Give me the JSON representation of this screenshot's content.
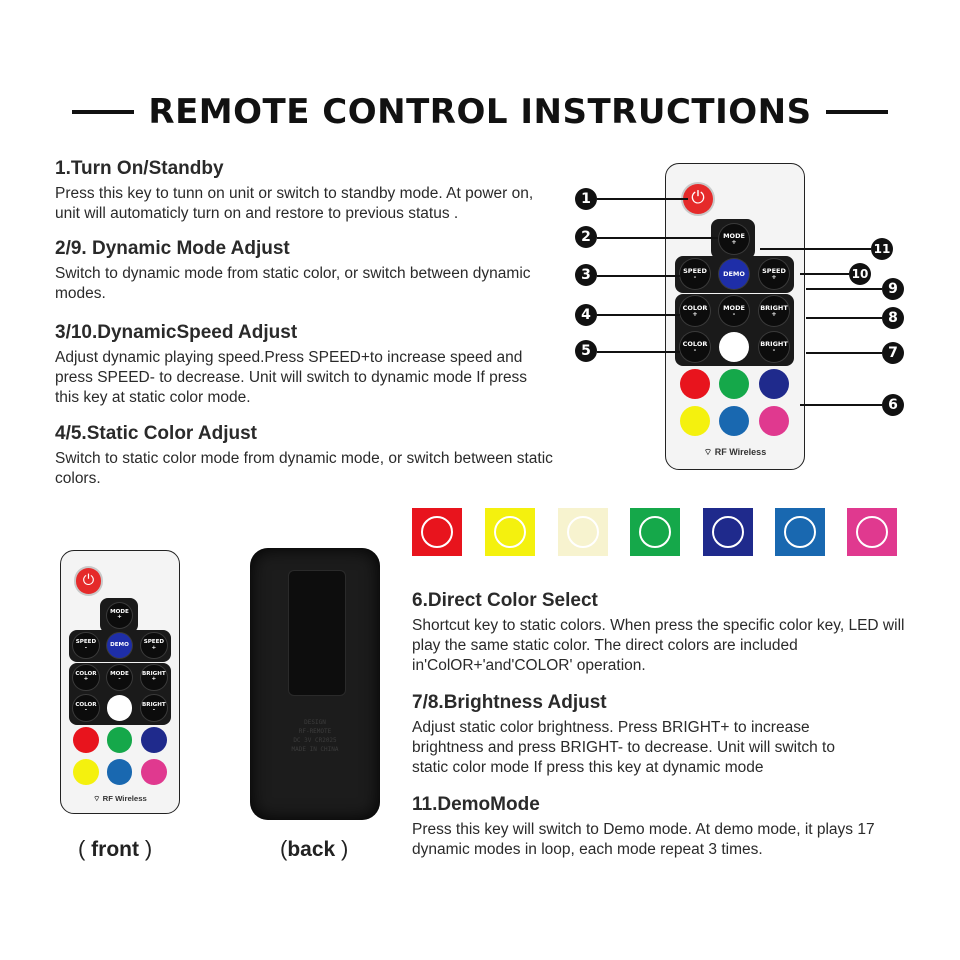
{
  "title": "REMOTE CONTROL INSTRUCTIONS",
  "sections_left": [
    {
      "heading": "1.Turn On/Standby",
      "text": "Press this key to tunn on unit or switch to standby mode. At power on, unit will automaticly turn on and restore to previous status ."
    },
    {
      "heading": "2/9. Dynamic Mode Adjust",
      "text": "Switch to dynamic mode from static color, or switch between dynamic modes."
    },
    {
      "heading": "3/10.DynamicSpeed Adjust",
      "text": "Adjust dynamic playing speed.Press SPEED+to increase speed and press SPEED- to decrease. Unit will switch to dynamic mode If press this key at static color mode."
    },
    {
      "heading": "4/5.Static Color Adjust",
      "text": "Switch to static color mode from dynamic mode, or switch between static colors."
    }
  ],
  "sections_right": [
    {
      "heading": "6.Direct Color Select",
      "text": "Shortcut key to static colors. When press the specific color key, LED will play the same static color. The direct colors are included in'ColOR+'and'COLOR' operation."
    },
    {
      "heading": "7/8.Brightness Adjust",
      "text": "Adjust static color brightness. Press BRIGHT+ to increase brightness and press BRIGHT- to decrease. Unit will switch to static color mode If press this key at dynamic mode"
    },
    {
      "heading": "11.DemoMode",
      "text": "Press this key will switch to Demo mode. At demo mode, it plays 17 dynamic modes in loop, each mode repeat 3 times."
    }
  ],
  "captions": {
    "front": "front",
    "back": "back"
  },
  "swatches": [
    "#e8141d",
    "#f4f10e",
    "#f7f3cf",
    "#15a84a",
    "#1f2a8c",
    "#1968b0",
    "#e0398f"
  ],
  "remote": {
    "brand": "RF Wireless",
    "keys": {
      "mode_plus": [
        "MODE",
        "+"
      ],
      "speed_minus": [
        "SPEED",
        "-"
      ],
      "demo": "DEMO",
      "speed_plus": [
        "SPEED",
        "+"
      ],
      "color_plus": [
        "COLOR",
        "+"
      ],
      "mode_minus": [
        "MODE",
        "-"
      ],
      "bright_plus": [
        "BRIGHT",
        "+"
      ],
      "color_minus": [
        "COLOR",
        "-"
      ],
      "bright_minus": [
        "BRIGHT",
        "-"
      ]
    },
    "color_keys": [
      "#e8141d",
      "#15a84a",
      "#1f2a8c",
      "#f4f10e",
      "#1968b0",
      "#e0398f"
    ],
    "white_key": "#ffffff",
    "power_color": "#e52a2a"
  },
  "callouts": [
    "1",
    "2",
    "3",
    "4",
    "5",
    "6",
    "7",
    "8",
    "9",
    "10",
    "11"
  ],
  "back_label": {
    "line1": "DESIGN",
    "line2": "RF-REMOTE",
    "line3": "DC 3V CR2025",
    "line4": "MADE IN CHINA"
  }
}
